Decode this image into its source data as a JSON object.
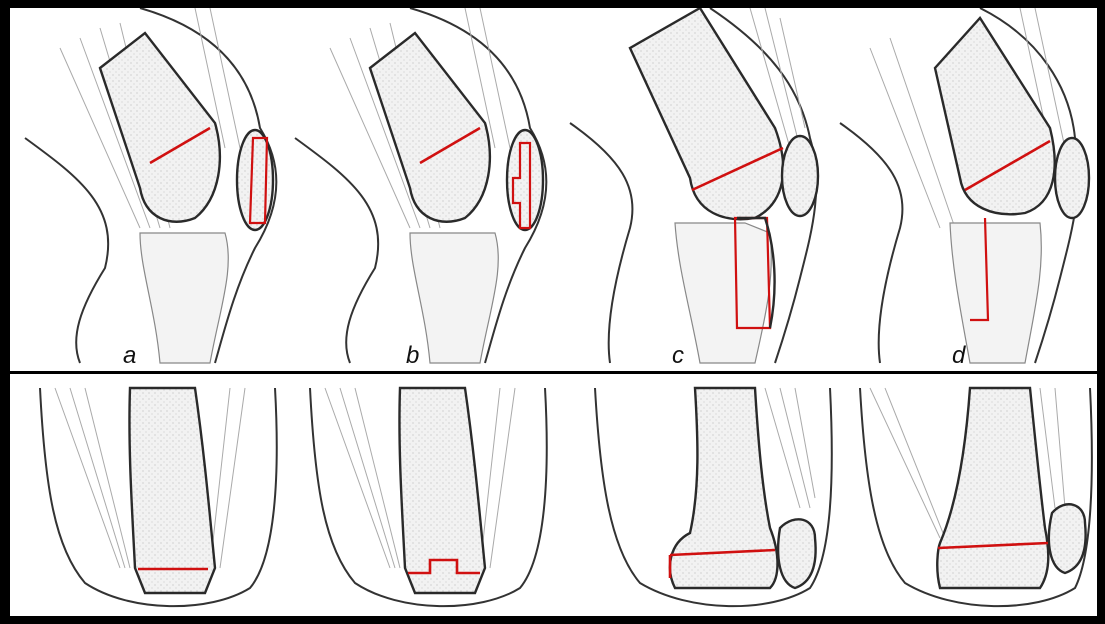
{
  "panels": [
    {
      "label": "a"
    },
    {
      "label": "b"
    },
    {
      "label": "c"
    },
    {
      "label": "d"
    }
  ],
  "colors": {
    "frame": "#000000",
    "cut_line": "#d01010",
    "bone_outline": "#2a2a2a"
  }
}
